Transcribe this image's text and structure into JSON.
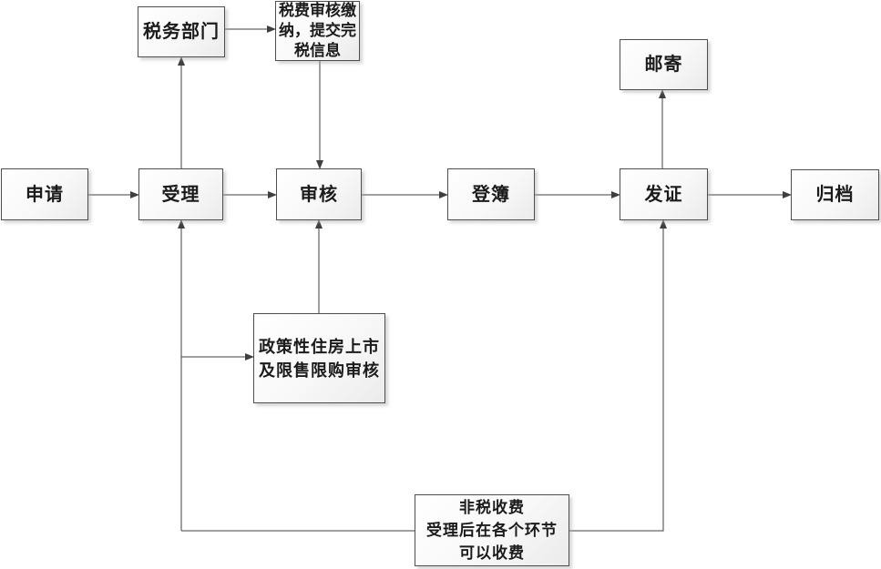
{
  "diagram": {
    "type": "flowchart",
    "nodes": {
      "apply": {
        "label": "申请"
      },
      "accept": {
        "label": "受理"
      },
      "review": {
        "label": "审核"
      },
      "register": {
        "label": "登簿"
      },
      "issue": {
        "label": "发证"
      },
      "archive": {
        "label": "归档"
      },
      "tax_dept": {
        "label": "税务部门"
      },
      "tax_info": {
        "label": "税费审核缴\n纳，提交完\n税信息"
      },
      "mail": {
        "label": "邮寄"
      },
      "policy_housing": {
        "label": "政策性住房上市\n及限售限购审核"
      },
      "non_tax_fee": {
        "label": "非税收费\n受理后在各个环节\n可以收费"
      }
    },
    "edges": [
      {
        "from": "申请",
        "to": "受理"
      },
      {
        "from": "受理",
        "to": "审核"
      },
      {
        "from": "审核",
        "to": "登簿"
      },
      {
        "from": "登簿",
        "to": "发证"
      },
      {
        "from": "发证",
        "to": "归档"
      },
      {
        "from": "受理",
        "to": "税务部门"
      },
      {
        "from": "税务部门",
        "to": "税费审核缴纳，提交完税信息"
      },
      {
        "from": "税费审核缴纳，提交完税信息",
        "to": "审核"
      },
      {
        "from": "发证",
        "to": "邮寄"
      },
      {
        "from": "受理",
        "to": "政策性住房上市及限售限购审核"
      },
      {
        "from": "政策性住房上市及限售限购审核",
        "to": "审核"
      },
      {
        "from": "非税收费（底部通道）",
        "to": "受理"
      },
      {
        "from": "非税收费（底部通道）",
        "to": "发证"
      }
    ],
    "colors": {
      "background": "#ffffff",
      "connector": "#3f3f3f",
      "node_border": "#4e4e4e",
      "node_fill_top": "#ffffff",
      "node_fill_bottom": "#ebebeb",
      "text": "#1b1b1b"
    }
  }
}
